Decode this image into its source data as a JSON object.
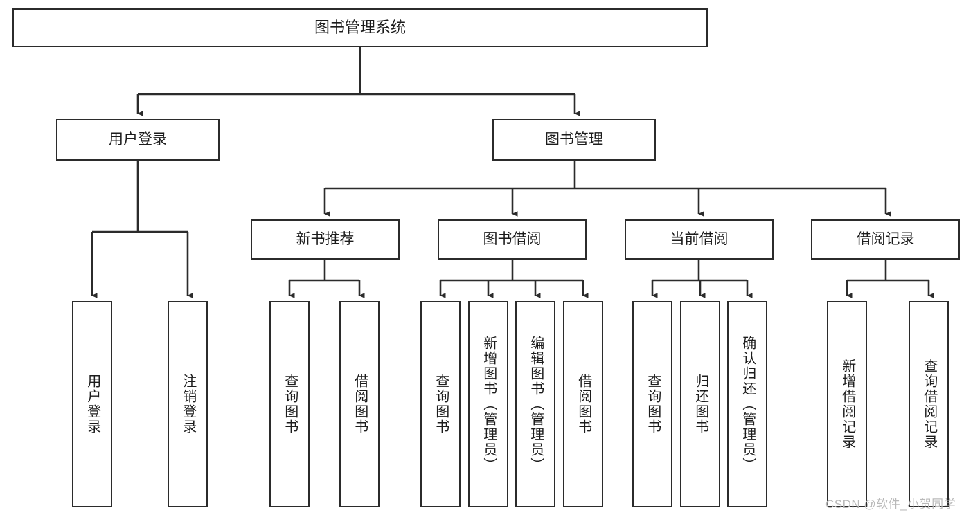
{
  "diagram": {
    "title": "图书管理系统",
    "type": "功能结构图",
    "watermark": "CSDN @软件_小贺同学",
    "colors": {
      "stroke": "#2b2b2b",
      "fill": "#ffffff",
      "text": "#1c1c1c",
      "watermark": "#b9b9b9"
    },
    "nodes": {
      "root": {
        "label": "图书管理系统"
      },
      "level2": [
        {
          "id": "user-login",
          "label": "用户登录"
        },
        {
          "id": "book-manage",
          "label": "图书管理"
        }
      ],
      "level3": [
        {
          "id": "new-book-recommend",
          "label": "新书推荐"
        },
        {
          "id": "book-borrow",
          "label": "图书借阅"
        },
        {
          "id": "current-borrow",
          "label": "当前借阅"
        },
        {
          "id": "borrow-record",
          "label": "借阅记录"
        }
      ],
      "leaves": {
        "user-login": [
          {
            "id": "leaf-user-login",
            "label": "用户登录"
          },
          {
            "id": "leaf-logout-login",
            "label": "注销登录"
          }
        ],
        "new-book-recommend": [
          {
            "id": "leaf-query-book-1",
            "label": "查询图书"
          },
          {
            "id": "leaf-borrow-book-1",
            "label": "借阅图书"
          }
        ],
        "book-borrow": [
          {
            "id": "leaf-query-book-2",
            "label": "查询图书"
          },
          {
            "id": "leaf-add-book",
            "label": "新增图书（管理员）"
          },
          {
            "id": "leaf-edit-book",
            "label": "编辑图书（管理员）"
          },
          {
            "id": "leaf-borrow-book-2",
            "label": "借阅图书"
          }
        ],
        "current-borrow": [
          {
            "id": "leaf-query-book-3",
            "label": "查询图书"
          },
          {
            "id": "leaf-return-book",
            "label": "归还图书"
          },
          {
            "id": "leaf-confirm-return",
            "label": "确认归还（管理员）"
          }
        ],
        "borrow-record": [
          {
            "id": "leaf-add-record",
            "label": "新增借阅记录"
          },
          {
            "id": "leaf-query-record",
            "label": "查询借阅记录"
          }
        ]
      }
    }
  }
}
